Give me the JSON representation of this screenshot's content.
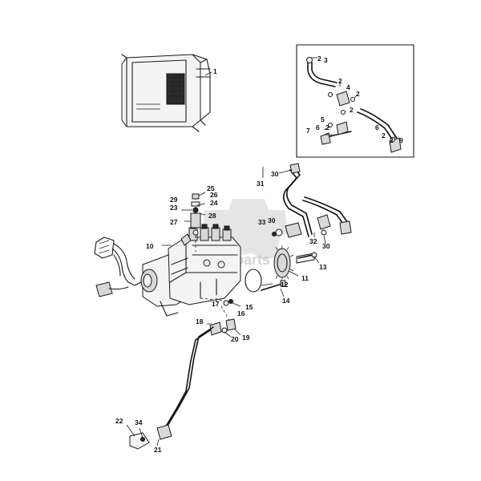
{
  "watermark": {
    "text": "...-parts",
    "color": "#c4c4c4"
  },
  "ink_color": "#1a1a1a",
  "callouts": [
    {
      "id": "c1",
      "label": "1"
    },
    {
      "id": "c2a",
      "label": "2"
    },
    {
      "id": "c3",
      "label": "3"
    },
    {
      "id": "c2b",
      "label": "2"
    },
    {
      "id": "c4",
      "label": "4"
    },
    {
      "id": "c2c",
      "label": "2"
    },
    {
      "id": "c5",
      "label": "5"
    },
    {
      "id": "c2d",
      "label": "2"
    },
    {
      "id": "c2e",
      "label": "2"
    },
    {
      "id": "c6a",
      "label": "6"
    },
    {
      "id": "c7",
      "label": "7"
    },
    {
      "id": "c2f",
      "label": "2"
    },
    {
      "id": "c6b",
      "label": "6"
    },
    {
      "id": "c2g",
      "label": "2"
    },
    {
      "id": "c9",
      "label": "9"
    },
    {
      "id": "c30a",
      "label": "30"
    },
    {
      "id": "c31",
      "label": "31"
    },
    {
      "id": "c25",
      "label": "25"
    },
    {
      "id": "c26",
      "label": "26"
    },
    {
      "id": "c29",
      "label": "29"
    },
    {
      "id": "c24",
      "label": "24"
    },
    {
      "id": "c23",
      "label": "23"
    },
    {
      "id": "c28",
      "label": "28"
    },
    {
      "id": "c27",
      "label": "27"
    },
    {
      "id": "c33",
      "label": "33"
    },
    {
      "id": "c30b",
      "label": "30"
    },
    {
      "id": "c32",
      "label": "32"
    },
    {
      "id": "c30c",
      "label": "30"
    },
    {
      "id": "c10",
      "label": "10"
    },
    {
      "id": "c13",
      "label": "13"
    },
    {
      "id": "c11",
      "label": "11"
    },
    {
      "id": "c12",
      "label": "12"
    },
    {
      "id": "c14",
      "label": "14"
    },
    {
      "id": "c17",
      "label": "17"
    },
    {
      "id": "c15",
      "label": "15"
    },
    {
      "id": "c16",
      "label": "16"
    },
    {
      "id": "c18",
      "label": "18"
    },
    {
      "id": "c19",
      "label": "19"
    },
    {
      "id": "c20",
      "label": "20"
    },
    {
      "id": "c22",
      "label": "22"
    },
    {
      "id": "c34",
      "label": "34"
    },
    {
      "id": "c21",
      "label": "21"
    }
  ]
}
